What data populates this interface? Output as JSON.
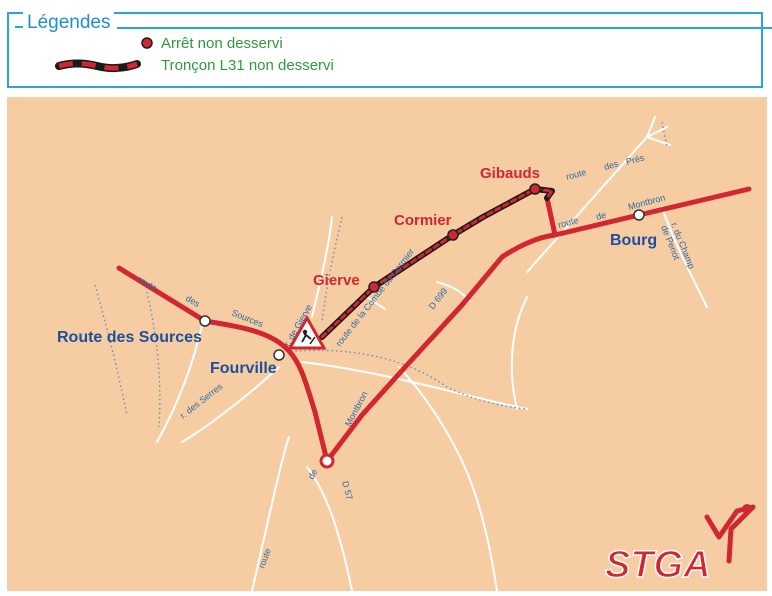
{
  "legend": {
    "title": "Légendes",
    "stop_label": "Arrêt non desservi",
    "segment_label": "Tronçon L31 non desservi"
  },
  "colors": {
    "background": "#f6cda3",
    "route": "#d22630",
    "legend_border": "#29a6d9",
    "legend_text": "#2e9a3c",
    "stop_label": "#d22630",
    "place_label": "#1f4f9c",
    "street": "#ffffff",
    "path": "#6a8db5"
  },
  "stops_not_served": [
    "Gierve",
    "Cormier",
    "Gibauds"
  ],
  "places": [
    "Route des Sources",
    "Fourville",
    "Bourg"
  ],
  "streets": {
    "route_des_sources": [
      "route",
      "des",
      "Sources"
    ],
    "rue_de_gierve": "r. de Gierve",
    "route_combe_cormier": "route de la Combe du Cormier",
    "route_des_pres": [
      "route",
      "des",
      "Prés"
    ],
    "route_de_montbron": [
      "route",
      "de",
      "Montbron"
    ],
    "rue_champ_penot": [
      "r. du Champ",
      "de Penot"
    ],
    "rue_des_serres": "r. des Serres",
    "route_montbron_south": "Montbron",
    "route_de_south": "de",
    "route_south": "route",
    "road_d699": "D 699",
    "road_d57": "D 57"
  },
  "logo": {
    "text": "STGA"
  },
  "icons": [
    "roadwork-sign-icon"
  ]
}
